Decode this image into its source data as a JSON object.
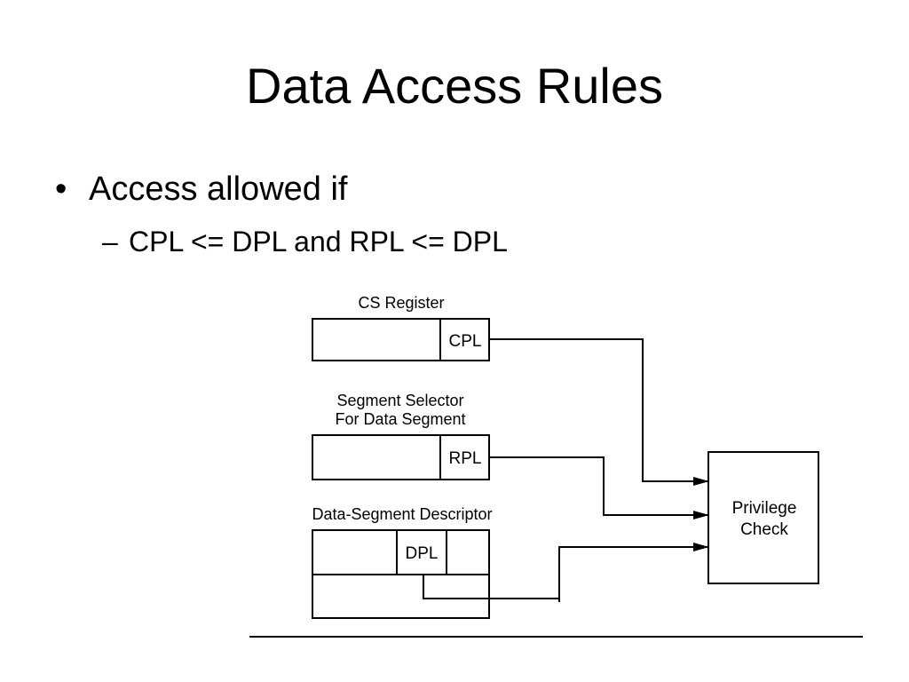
{
  "slide": {
    "title": "Data Access Rules",
    "bullet_marker": "•",
    "bullet": "Access allowed if",
    "sub_bullet_marker": "–",
    "sub_bullet": "CPL <= DPL and RPL <= DPL"
  },
  "diagram": {
    "cs_register_label": "CS Register",
    "cpl_field": "CPL",
    "selector_label_line1": "Segment Selector",
    "selector_label_line2": "For Data Segment",
    "rpl_field": "RPL",
    "descriptor_label": "Data-Segment Descriptor",
    "dpl_field": "DPL",
    "privilege_check_line1": "Privilege",
    "privilege_check_line2": "Check"
  }
}
